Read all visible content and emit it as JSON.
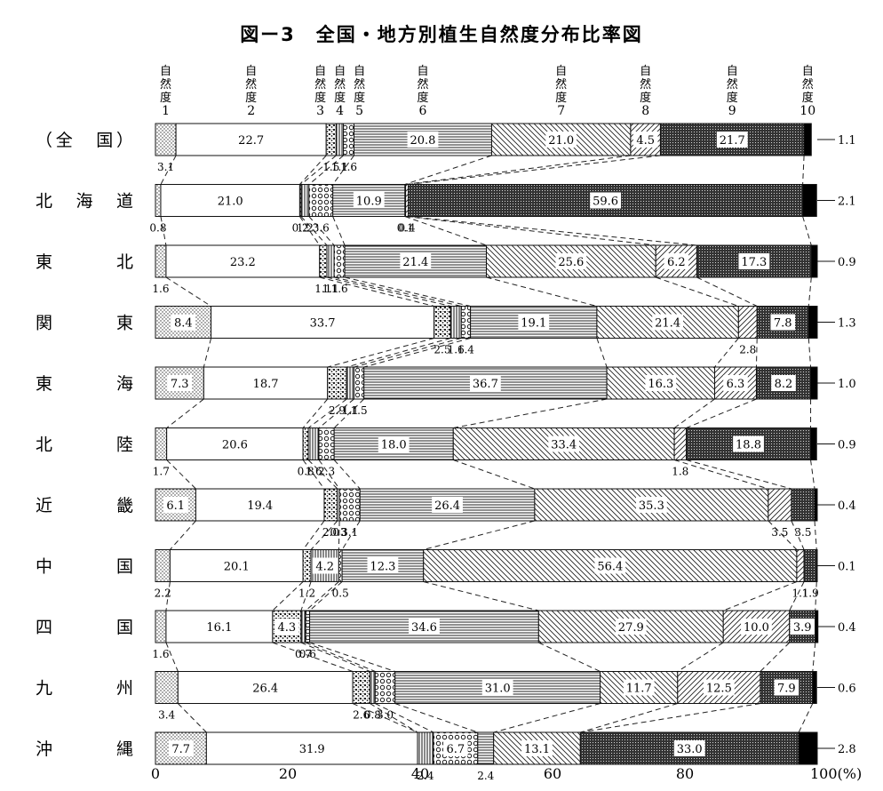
{
  "chart_data": {
    "type": "bar",
    "orientation": "horizontal",
    "stacked": true,
    "title": "図ー3　全国・地方別植生自然度分布比率図",
    "header_prefix": "自然度",
    "class_labels": [
      "1",
      "2",
      "3",
      "4",
      "5",
      "6",
      "7",
      "8",
      "9",
      "10"
    ],
    "x_ticks": [
      "0",
      "20",
      "40",
      "60",
      "80",
      "100(%)"
    ],
    "xlim": [
      0,
      100
    ],
    "categories": [
      "（全　国）",
      "北海道",
      "東　北",
      "関　東",
      "東　海",
      "北　陸",
      "近　畿",
      "中　国",
      "四　国",
      "九　州",
      "沖　縄"
    ],
    "values": [
      [
        3.1,
        22.7,
        1.5,
        1.1,
        1.6,
        20.8,
        21.0,
        4.5,
        21.7,
        1.1
      ],
      [
        0.8,
        21.0,
        0.2,
        1.2,
        3.6,
        10.9,
        0.1,
        0.4,
        59.6,
        2.1
      ],
      [
        1.6,
        23.2,
        1.1,
        1.1,
        1.6,
        21.4,
        25.6,
        6.2,
        17.3,
        0.9
      ],
      [
        8.4,
        33.7,
        2.5,
        1.6,
        1.4,
        19.1,
        21.4,
        2.8,
        7.8,
        1.3
      ],
      [
        7.3,
        18.7,
        2.9,
        1.1,
        1.5,
        36.7,
        16.3,
        6.3,
        8.2,
        1.0
      ],
      [
        1.7,
        20.6,
        0.8,
        1.6,
        2.3,
        18.0,
        33.4,
        1.8,
        18.8,
        0.9
      ],
      [
        6.1,
        19.4,
        2.0,
        0.3,
        3.1,
        26.4,
        35.3,
        3.5,
        3.5,
        0.4
      ],
      [
        2.2,
        20.1,
        1.2,
        4.2,
        0.5,
        12.3,
        56.4,
        1.1,
        1.9,
        0.1
      ],
      [
        1.6,
        16.1,
        4.3,
        0.7,
        0.6,
        34.6,
        27.9,
        10.0,
        3.9,
        0.4
      ],
      [
        3.4,
        26.4,
        2.6,
        0.8,
        3.0,
        31.0,
        11.7,
        12.5,
        7.9,
        0.6
      ],
      [
        7.7,
        31.9,
        0.0,
        2.4,
        6.7,
        2.4,
        13.1,
        0.0,
        33.0,
        2.8
      ]
    ],
    "grid": false,
    "legend": "top"
  }
}
